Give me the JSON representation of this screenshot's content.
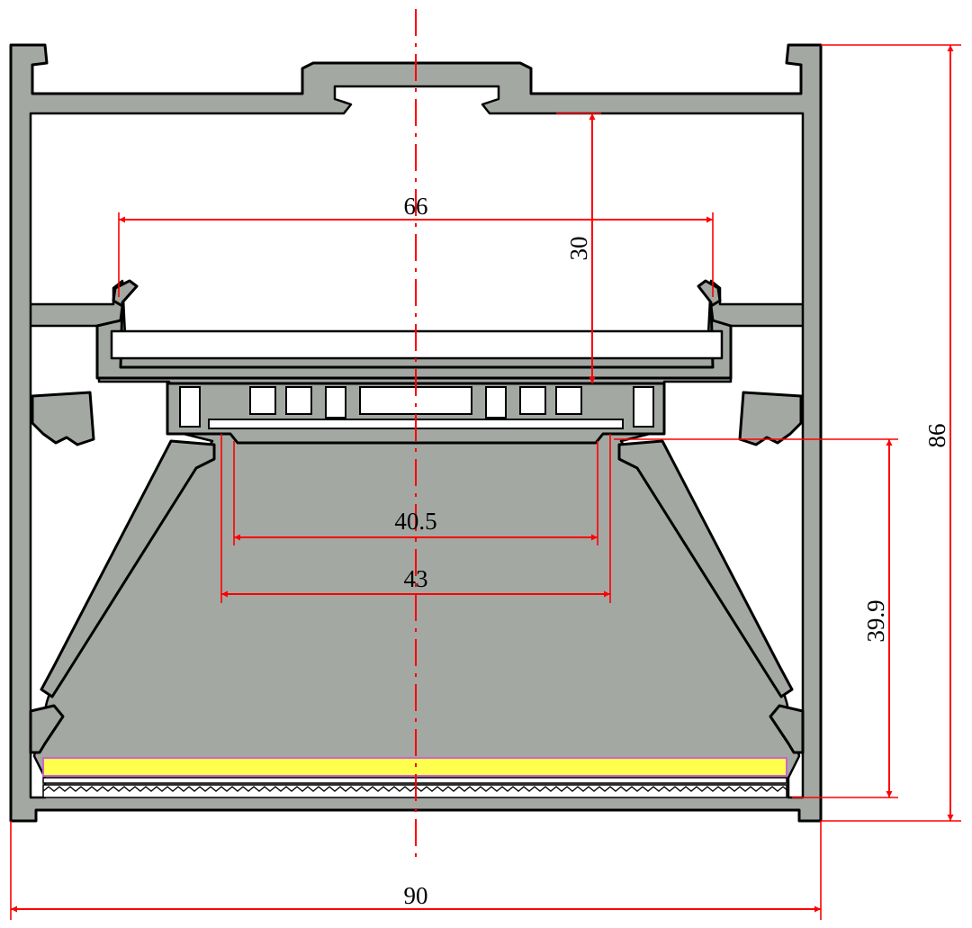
{
  "dimensions": {
    "overall_width": "90",
    "overall_height": "86",
    "inner_width": "66",
    "channel_depth": "30",
    "lower_depth": "39.9",
    "opening_inner": "40.5",
    "opening_outer": "43"
  },
  "colors": {
    "profile": "#a3a8a3",
    "dimension": "#ff0000",
    "led_strip": "#ffff4d",
    "led_border": "#cc66cc"
  }
}
